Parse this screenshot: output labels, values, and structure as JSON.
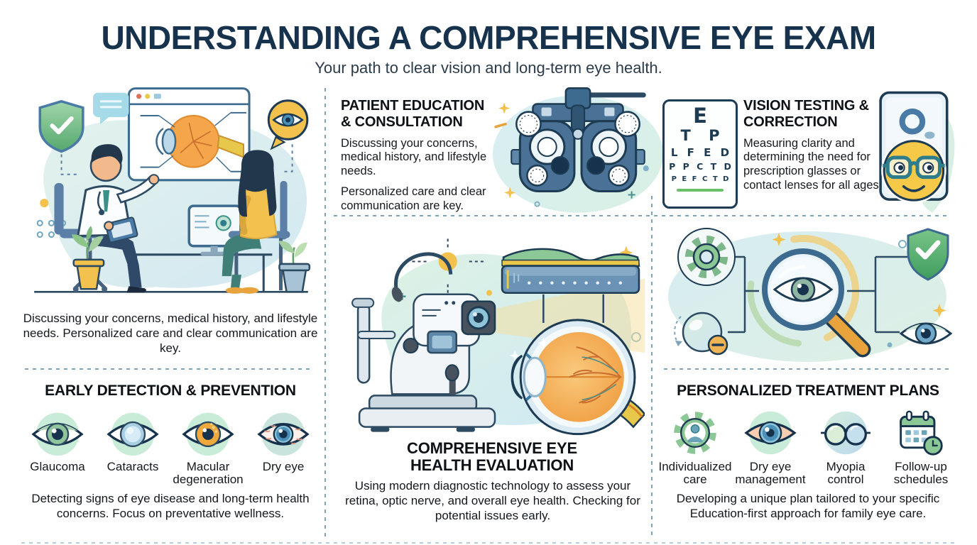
{
  "page": {
    "title": "UNDERSTANDING A COMPREHENSIVE EYE EXAM",
    "subtitle": "Your path to clear vision and long-term eye health."
  },
  "colors": {
    "title_navy": "#16324d",
    "heading_black": "#0e1116",
    "body_text": "#16191d",
    "dashed_line": "#7fa3b8",
    "mint_blob": "#ddf0e6",
    "blue_blob": "#d6ebf4",
    "accent_green": "#58b368",
    "accent_yellow": "#f2c14e",
    "accent_blue": "#4a7ba6"
  },
  "consultation": {
    "illustration": "doctor-patient-consultation",
    "caption": "Discussing your concerns, medical history, and lifestyle needs. Personalized care and clear communication are key."
  },
  "patient_education": {
    "heading": "PATIENT EDUCATION & CONSULTATION",
    "line1": "Discussing your concerns, medical history, and lifestyle needs.",
    "line2": "Personalized care and clear communication are key."
  },
  "phoropter": {
    "illustration": "phoropter-device"
  },
  "eye_chart": {
    "rows": [
      "E",
      "T P",
      "L F E D",
      "P P C T D",
      "P E F C T D"
    ]
  },
  "vision_testing": {
    "heading": "VISION TESTING & CORRECTION",
    "body": "Measuring clarity and determining the need for prescription glasses or contact lenses for all ages.",
    "illustration": "smiley-glasses-card"
  },
  "early_detection": {
    "heading": "EARLY DETECTION & PREVENTION",
    "items": [
      {
        "label": "Glaucoma",
        "icon": "glaucoma-eye-icon"
      },
      {
        "label": "Cataracts",
        "icon": "cataract-eye-icon"
      },
      {
        "label": "Macular degeneration",
        "icon": "macular-degeneration-eye-icon"
      },
      {
        "label": "Dry eye",
        "icon": "dry-eye-icon"
      }
    ],
    "caption": "Detecting signs of eye disease and long-term health concerns. Focus on preventative wellness."
  },
  "evaluation": {
    "heading": "COMPREHENSIVE EYE HEALTH EVALUATION",
    "body": "Using modern diagnostic technology to assess your retina, optic nerve, and overall eye health. Checking for potential issues early.",
    "illustration": "fundus-camera-and-eye-cross-section"
  },
  "treatment": {
    "heading": "PERSONALIZED TREATMENT PLANS",
    "items": [
      {
        "label": "Individualized care",
        "icon": "gear-person-icon"
      },
      {
        "label": "Dry eye management",
        "icon": "dry-eye-management-icon"
      },
      {
        "label": "Myopia control",
        "icon": "round-glasses-icon"
      },
      {
        "label": "Follow-up schedules",
        "icon": "calendar-clock-icon"
      }
    ],
    "caption": "Developing a unique plan tailored to your specific Education-first approach for family eye care.",
    "illustration": "analysis-magnifier-process"
  }
}
